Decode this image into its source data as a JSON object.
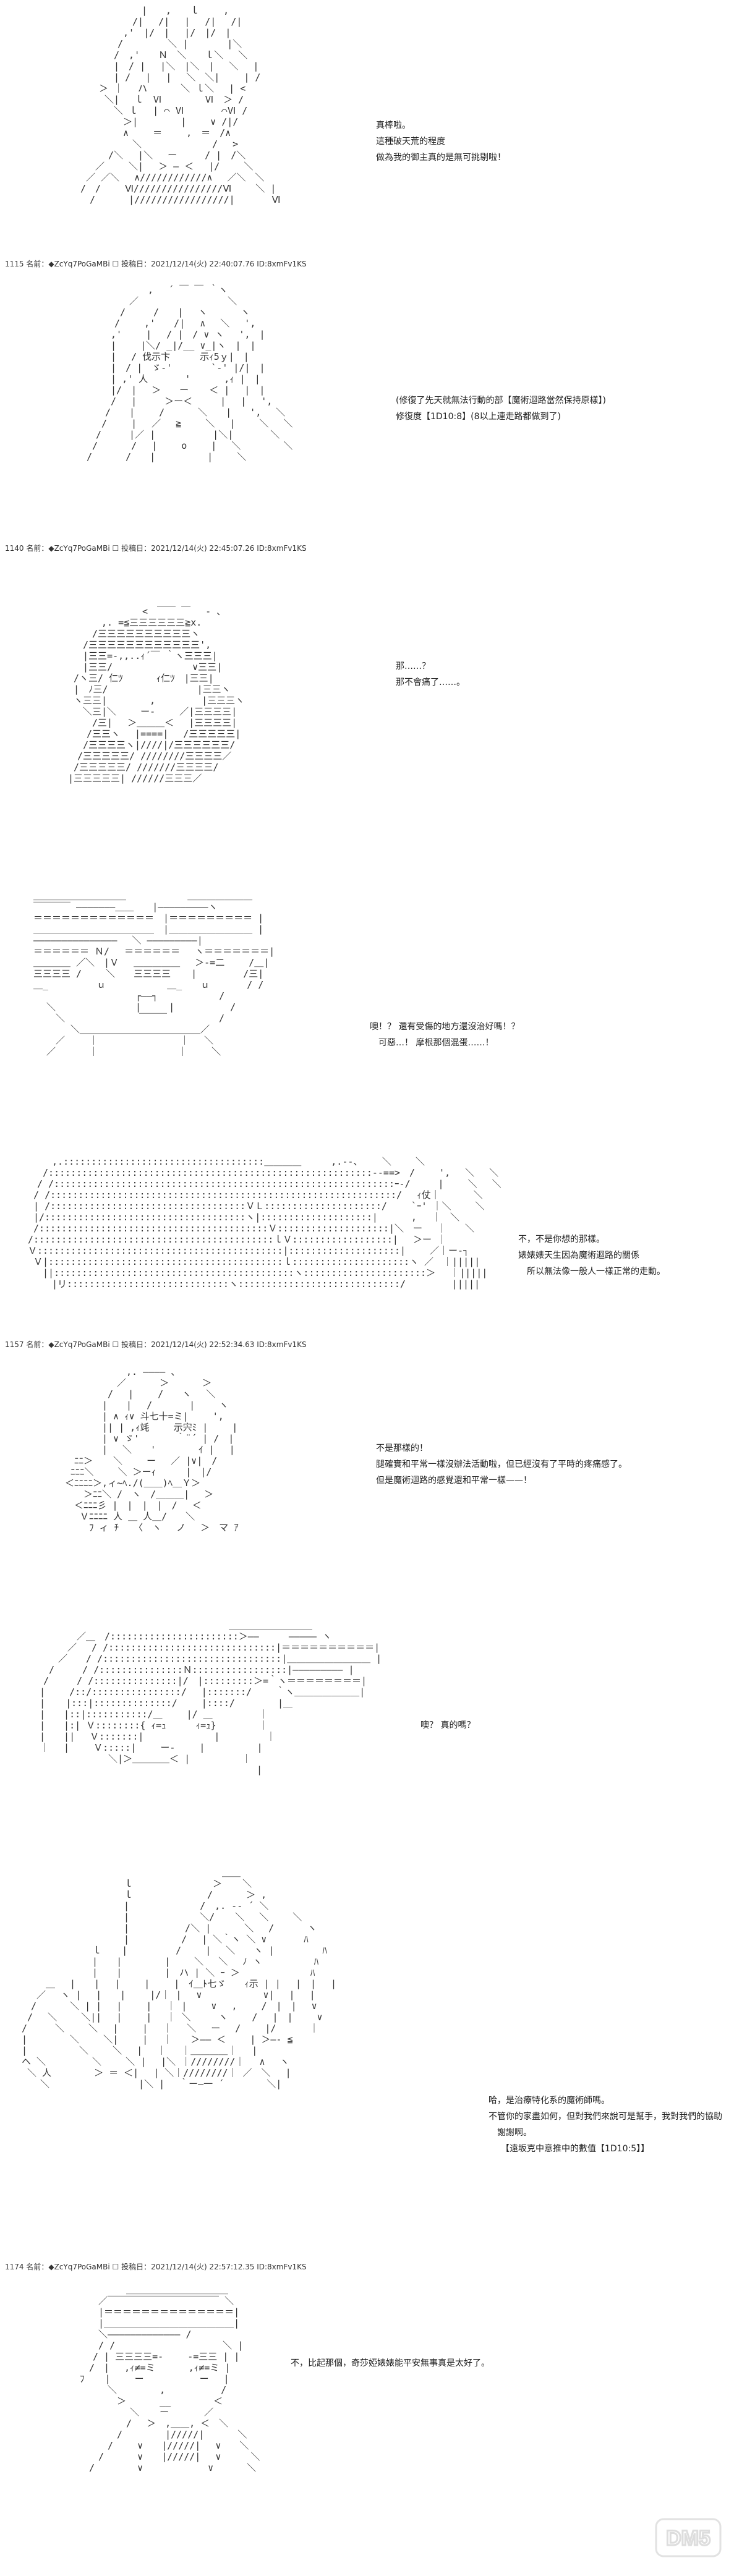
{
  "panels": [
    {
      "dialog": [
        "真棒啦。",
        "這種破天荒的程度",
        "做為我的御主真的是無可挑剔啦！"
      ],
      "post": "1115 名前：◆ZcYq7PoGaMBi ☐ 投稿日：2021/12/14(火) 22:40:07.76 ID:8xmFv1KS"
    },
    {
      "dialog": [
        "(修復了先天就無法行動的部【魔術迴路當然保持原樣】)",
        "",
        "修復度【1D10:8】(8以上連走路都做到了)"
      ],
      "post": "1140 名前：◆ZcYq7PoGaMBi ☐ 投稿日：2021/12/14(火) 22:45:07.26 ID:8xmFv1KS"
    },
    {
      "dialog": [
        "那……？",
        "那不會痛了……。"
      ],
      "post": ""
    },
    {
      "dialog": [
        "噢！？ 還有受傷的地方還沒治好嗎！？",
        "　可惡…！ 摩根那個混蛋……！"
      ],
      "post": ""
    },
    {
      "dialog": [
        "不，不是你想的那樣。",
        "婊婊婊天生因為魔術迴路的關係",
        "　所以無法像一般人一樣正常的走動。"
      ],
      "post": "1157 名前：◆ZcYq7PoGaMBi ☐ 投稿日：2021/12/14(火) 22:52:34.63 ID:8xmFv1KS"
    },
    {
      "dialog": [
        "不是那樣的！",
        "腿確實和平常一樣沒辦法活動啦，但已經沒有了平時的疼痛感了。",
        "",
        "但是魔術迴路的感覺還和平常一樣——！"
      ],
      "post": ""
    },
    {
      "dialog": [
        "噢？ 真的嗎？"
      ],
      "post": ""
    },
    {
      "dialog": [
        "哈，是治療特化系的魔術師嗎。",
        "不管你的家盡如何，但對我們來說可是幫手，我對我們的協助",
        "　謝謝啊。",
        "",
        "【遠坂克中意推中的數值【1D10:5】】"
      ],
      "post": "1174 名前：◆ZcYq7PoGaMBi ☐ 投稿日：2021/12/14(火) 22:57:12.35 ID:8xmFv1KS"
    },
    {
      "dialog": [
        "不，比起那個，奇莎婭婊婊能平安無事真是太好了。"
      ],
      "post": ""
    }
  ],
  "watermark": "DM5"
}
